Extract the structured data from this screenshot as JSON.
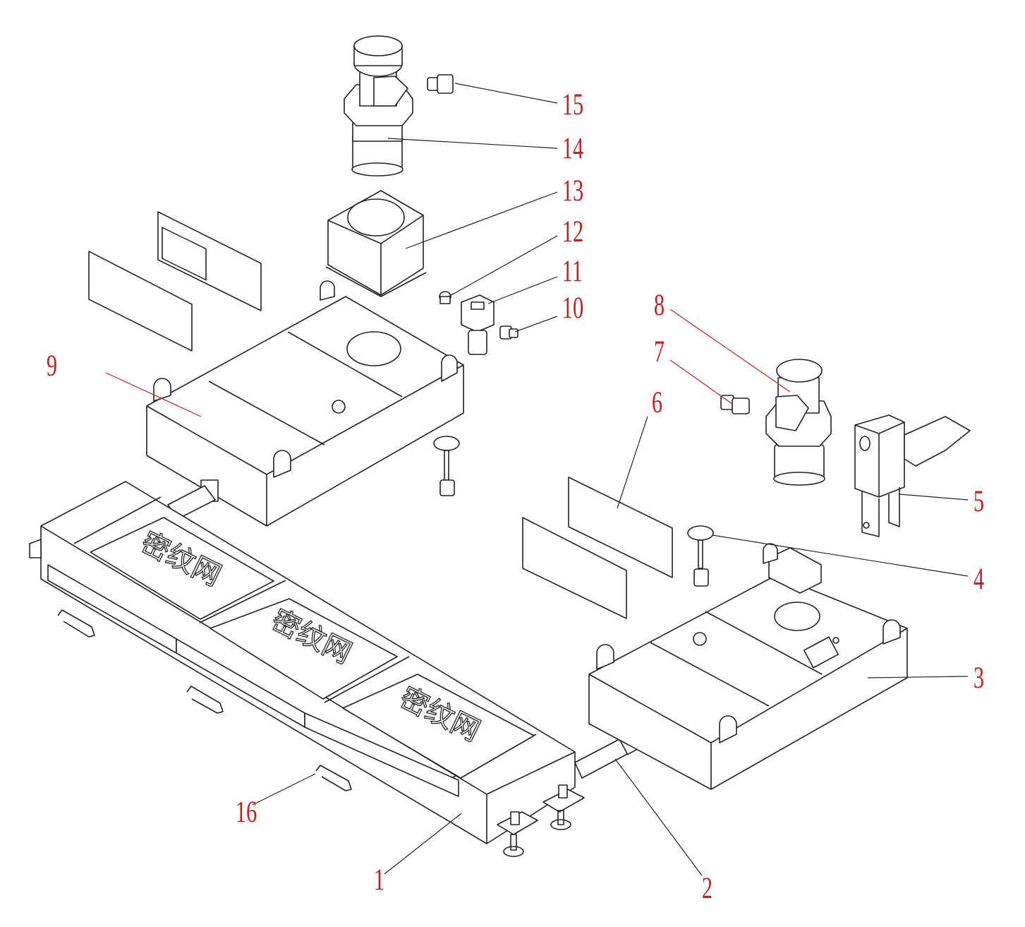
{
  "labels": {
    "n1": "1",
    "n2": "2",
    "n3": "3",
    "n4": "4",
    "n5": "5",
    "n6": "6",
    "n7": "7",
    "n8": "8",
    "n9": "9",
    "n10": "10",
    "n11": "11",
    "n12": "12",
    "n13": "13",
    "n14": "14",
    "n15": "15",
    "n16": "16"
  },
  "watermark": [
    "密纹网",
    "密纹网",
    "密纹网"
  ],
  "colors": {
    "callout": "#d21c1c",
    "line": "#222222",
    "background": "#ffffff"
  }
}
